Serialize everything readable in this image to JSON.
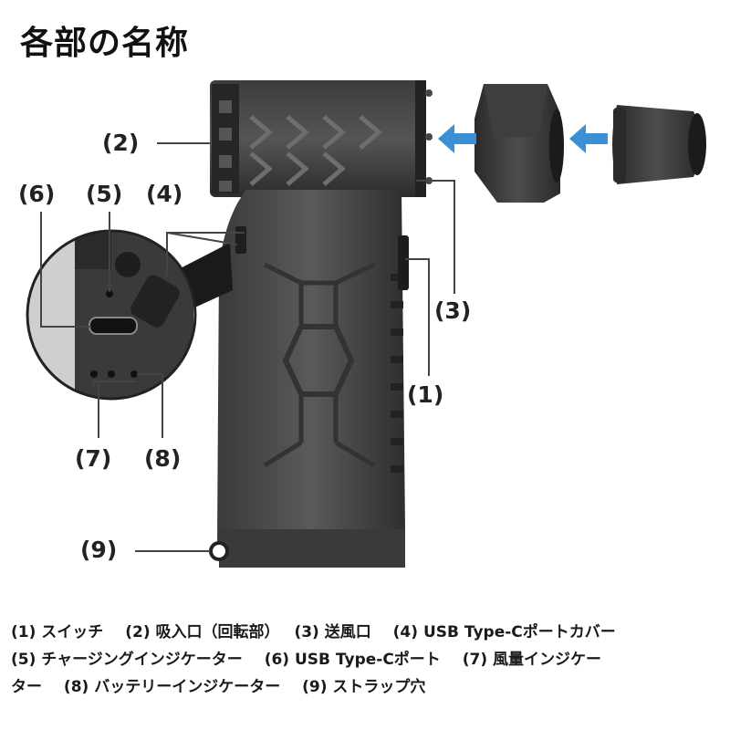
{
  "title": "各部の名称",
  "callouts": {
    "c1": "(1)",
    "c2": "(2)",
    "c3": "(3)",
    "c4": "(4)",
    "c5": "(5)",
    "c6": "(6)",
    "c7": "(7)",
    "c8": "(8)",
    "c9": "(9)"
  },
  "legend": [
    "(1) スイッチ",
    "(2) 吸入口（回転部）",
    "(3) 送風口",
    "(4) USB Type-Cポートカバー",
    "(5) チャージングインジケーター",
    "(6) USB Type-Cポート",
    "(7) 風量インジケー",
    "ター",
    "(8) バッテリーインジケーター",
    "(9) ストラップ穴"
  ],
  "colors": {
    "body_dark": "#2e2e2e",
    "body_mid": "#4a4a4a",
    "body_light": "#6a6a6a",
    "arrow_blue": "#3b8fd6",
    "leader_line": "#444444"
  }
}
